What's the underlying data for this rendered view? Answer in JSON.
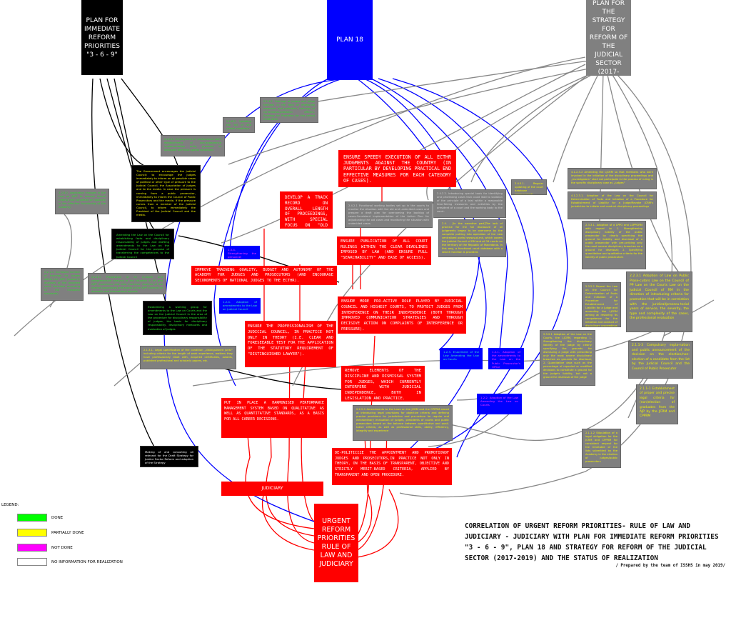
{
  "title": "CORRELATION  OF URGENT REFORM PRIORITIES- RULE OF LAW AND JUDICIARY - JUDICIARY WITH PLAN FOR IMMEDIATE REFORM PRIORITIES \"3 - 6 - 9\", PLAN 18 AND STRATEGY FOR REFORM OF THE JUDICIAL SECTOR (2017-2019)  AND THE STATUS OF REALIZATION",
  "credit": "/ Prepared by the team of ISSHS in may 2019/",
  "colors": {
    "red": "#ff0000",
    "blue": "#0000ff",
    "gray": "#808080",
    "black": "#000000",
    "done": "#00ff00",
    "partially_done": "#ffff00",
    "not_done": "#ff00ff",
    "no_info": "#ffffff"
  },
  "legend": {
    "title": "LEGEND:",
    "items": [
      {
        "label": "DONE",
        "color": "#00ff00"
      },
      {
        "label": "PARTIALLY DONE",
        "color": "#ffff00"
      },
      {
        "label": "NOT DONE",
        "color": "#ff00ff"
      },
      {
        "label": "NO INFORMATION FOR REALIZATION",
        "color": "#ffffff"
      }
    ]
  },
  "headers": {
    "plan369": "PLAN FOR IMMEDIATE REFORM PRIORITIES \"3 - 6 - 9\"",
    "plan18": "PLAN 18",
    "action_plan": "ACTION PLAN FOR THE STRATEGY FOR REFORM OF THE JUDICIAL SECTOR (2017-2019)",
    "urgent": "URGENT REFORM PRIORITIES RULE OF LAW AND JUDICIARY",
    "judiciary": "JUDICIARY"
  },
  "priorities": {
    "ecthr": "ENSURE SPEEDY EXECUTION OF ALL ECTHR JUDGMENTS AGAINST THE COUNTRY (IN PARTICULAR BY DEVELOPING PRACTICAL END EFFECTIVE MEASURES FOR EACH CATEGORY OF CASES).",
    "track_record": "DEVELOP A TRACK RECORD ON OVERALL LENGTH OF PROCEEDINGS, WITH SPECIAL FOCUS ON \"OLD CASES\".",
    "publication": "ENSURE PUBLICATION OF ALL COURT RULINGS WITHIN THE CLEAR DEADLINES IMPOSED BY LAW (AND ENSURE FULL \"SEARCHABILITY\" AND EASE OF ACCESS).",
    "training": "IMPROVE TRAINING QUALITY, BUDGET AND AUTONOMY OF THE ACADEMY FOR JUDGES AND PROSECUTORS (AND ENCOURAGE SECONDMENTS OF NATIONAL JUDGES TO THE ECTHR).",
    "proactive": "ENSURE MORE PRO-ACTIVE ROLE PLAYED BY JUDICIAL COUNCIL AND HIGHEST COURTS, TO PROTECT JUDGES FROM INTERFERENCE ON THEIR INDEPENDENCE (BOTH THROUGH IMPROVED COMMUNICATION STRATEGIES AND THROUGH DECISIVE ACTION ON COMPLAINTS OF INTERFERENCE OR PRESSURE).",
    "professionalism": "ENSURE THE PROFESSIONALISM OF THE JUDICIAL COUNCIL, IN PRACTICE NOT ONLY IN THEORY (I.E. CLEAR AND FORESEEABLE TEST FOR THE APPLICATION OF THE STATUTORY REQUIREMENT OF \"DISTINGUISHED LAWYER\").",
    "discipline": "REMOVE ELEMENTS OF THE DISCIPLINE AND DISMISSAL SYSTEM FOR JUDGES, WHICH CURRENTLY INTERFERE WITH JUDICIAL INDEPENDENCE, BOTH IN LEGISLATION AND PRACTICE.",
    "performance": "PUT IN PLACE A HARMONISED PERFORMANCE MANAGEMENT SYSTEM BASED ON QUALITATIVE AS WELL AS QUANTITATIVE STANDARDS, AS A BASIS FOR ALL CAREER DECISIONS.",
    "depoliticize": "DE-POLITICIZE THE APPOINTMENT AND PROMOTIONOF JUDGES AND PROSECUTORS,IN PRACTICE NOT ONLY IN THEORY, ON THE BASIS OF TRANSPARENT, OBJECTIVE AND STRICTLY MERIT-BASED CRITERIA, APPLIED BY TRANSPARENT AND OPEN PROCEDURE."
  },
  "plan369_items": {
    "government": "The Government encourages the Judicial Council: to encourage the judges immediately to inform on all possible cases of political or other type of pressure to the Judicial Council, the Association of Judges and to the media. In case the pressure is coming from a public prosecutor, immediately to inform the Council of Public Prosecutors and the media. If the pressure comes from a member of the Judicial Council, to inform immediately the President of the Judicial Council and the media.",
    "amending_council": "Amending the Law on the Council for establishing facts and disciplinary responsibility of judges and drafting amendments to the Law on the Judicial Council for the purpose of transferring the competences to the Judicial Council",
    "working_group": "Establishing a working group for amendments to the Law on Courts and the Law on the Judicial Council in the area of the procedure for disciplinary responsibility of judges, the basis for disciplinary responsibility, disciplinary measures and evaluation of judges",
    "draft_strategy": "Making of and consulting all relevant for the Draft Strategy for Justice Sector Reform and adoption of the Strategy"
  },
  "plan18_items": {
    "b154": "1.5.4. Strengthening the personnel capacities of the AJPP",
    "b124": "1.2.4. Adoption of amendments to the Law on Judicial Council",
    "b123": "1.2.3. Enactment of the Law Amending the Law on Courts",
    "b121": "1.2.1. Adoption of the amendments to the Law on the Public Prosecutor's Office",
    "b122": "1.2.2. Adoption of the Law Amending the Law on Courts"
  },
  "strategy_items": {
    "s2211_top": "2.2.1.1. Trainings of judges and judge trainees in the field of enterprise measures and probation, trainings of correctional-probation officers. Strategy for Probation for the period 2018-2022.",
    "s2263": "2.2.6.3. Updating the list of site spatial conditions",
    "s2261": "2.2.6.1. Employment of professional staff, establishment of non-appearance implementation units, provision of adequate technical-spatial conditions",
    "s2262": "2.2.6.2. Legislative changes in the Law on AJPP to remove formal criteria that constitute an obstacle in the effective functioning of the Academy",
    "s2214": "2.2.1.4. Increased number of trainings for judges within the AJPP (quarterly analyses of the provided court decisions according to the European standards)",
    "s2243": "2.2.4.3. Preparation of an in-depth and comprehensive analysis of the situation in IRI and AJPP experience and best practices. Analysis of the internal procedures and assets of the AJPP covered by domestic and international experts",
    "s2131": "2.1.3.1. Legal specification of the condition „distinguished jurist“ including criteria for the length of work experience, matters they have professionally dealt with, acquired certificates, awards, published professional and scholarly papers, etc.",
    "s2422": "2.4.2.2. Introducing special tools for identifying and prioritizing cases that could lead to violation of the principle of a trial within a reasonable time.Taking measures and activities by the president of a court and the working body to the court.",
    "s2421": "2.4.2.1 Functional working bodies set up in the courts to monitor the situation with the old and undecided cases and prepare a draft plan for overcoming the backlog of cases.Consistent implementation of the Action Plan for adjudicating the old cases and monitoring the situation with undecided cases.",
    "s2451": "2.4.5.1. Regular updating of the court database (www.sud.mk)",
    "s24": "2.4. - [In the narrative part]The lack of practice for the full disclosure of all judgments began to be overcome by the complete putting into operation of the new centralized portal www.sud.mk, which covers the Judicial Council of RM and all 34 courts on the territory of the Republic of Macedonia. In this way, a functional court database with a search function is provided.",
    "s41232": "4.1.2.3.2 Amending the LJCRM so that members who were involved in the initiation of the disciplinary proceedings and „investigators“ shall not participate in the process of ruling in the specific disciplinary case as „judges“",
    "s41231": "4.1.2.3.1. Adoption of the Law on the Council for Determination of Facts and Initiation of a Procedure for Establishment of Liability for a Judge/Revoke JCRM's jurisdiction to initiate and conduct disciplinary proceedings",
    "s2331": "2.3.3.1. Adoption of a LPPO and LSPPORM with regard to 1. Strengthening disciplinary liability of the public prosecutor by clearly specifying the ground for liability and dismissal of a public prosecutor with pre-scribing only the most severe disciplinary breaches as a ground for dismissal; 2. Specifying quantitative and qualitative criteria for the liability of public prosecutors",
    "s2322": "2.3.2.2 Repeal the Law on the Council for Determination of Facts and Initiation of a Procedure for Establishment of Liability for a Judge and amending the LJCRM aiming at restoring its competence for the initiation and conduct of disciplinary proceedings",
    "s2231": "2.2.3.1 Adoption of Law on Public Prose-cutors Law on the Council of PP Law on the Courts Law on the Judicial Council of RM in the direction of introducing criteria for promotion that will be in correlation with the juridical/prosecu-torial years of service, the severity, the type and complexity of the cases, the professional evaluation",
    "s2321": "2.3.2.1 Adoption of the Law on the Courts, the LJCRM, regarding 1. Strengthening the disciplinary liability of the judge by clearly specifying the grounds for dismissing a judge with prescribing only the most severe disciplinary breaches as grounds for dismissal; 2. Quantitative data such as the percentage of repealed or modified decisions to constitute a ground for the judge's liability, but not a ground for dismissal of the judge",
    "s2113": "2.1.1-3 Compulsory expla-nation and public announcement of the decision on the election/non-election of a candidate from the list by the Judicial Council and the Council of Public Prosecutor",
    "s2111": "2.1.1-1 Establishment of proper and precise legal criteria for (non)election of graduates from the AJP by the JCRM and CPPRM",
    "s2112": "2.1.1-2 Stipulation of a legal obligation for the JCRM and CPPRM for consistent respect for the timetable of the lists submitted by the Academy in the election of judges/public prosecutors",
    "s2221": "2.2.2-1 Amendments to the Laws on the JCRM and the CPPRM aimed at introducing legal provisions for objective criteria and defining precise provisions for jurisdiction and pro-cedure for regular and extraordinary evaluation of judges, presidents of courts and public prosecutors based on the balance between quantitative and quali-tative criteria, as well as professional skills, ability, efficiency, integrity and experience"
  }
}
